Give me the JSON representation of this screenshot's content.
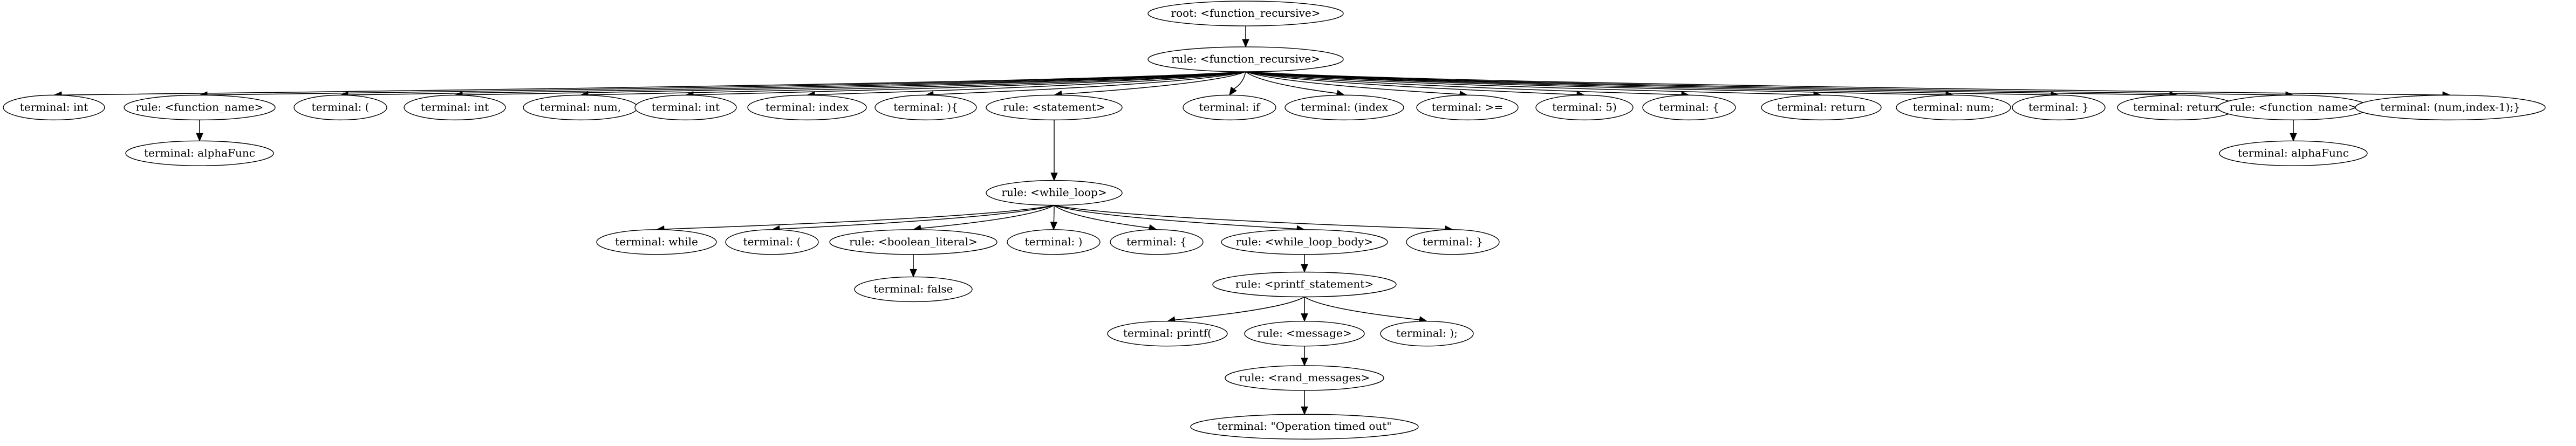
{
  "tree": {
    "nodes": [
      {
        "id": "n0",
        "label": "root: <function_recursive>"
      },
      {
        "id": "n1",
        "label": "rule: <function_recursive>"
      },
      {
        "id": "t_int1",
        "label": "terminal: int"
      },
      {
        "id": "fn1",
        "label": "rule: <function_name>"
      },
      {
        "id": "alpha1",
        "label": "terminal: alphaFunc"
      },
      {
        "id": "t_lp1",
        "label": "terminal: ("
      },
      {
        "id": "t_int2",
        "label": "terminal: int"
      },
      {
        "id": "t_num1",
        "label": "terminal: num,"
      },
      {
        "id": "t_int3",
        "label": "terminal: int"
      },
      {
        "id": "t_index",
        "label": "terminal: index"
      },
      {
        "id": "t_rpbr",
        "label": "terminal: ){"
      },
      {
        "id": "stmt",
        "label": "rule: <statement>"
      },
      {
        "id": "wl",
        "label": "rule: <while_loop>"
      },
      {
        "id": "t_while",
        "label": "terminal: while"
      },
      {
        "id": "t_lp2",
        "label": "terminal: ("
      },
      {
        "id": "bool",
        "label": "rule: <boolean_literal>"
      },
      {
        "id": "t_false",
        "label": "terminal: false"
      },
      {
        "id": "t_rp1",
        "label": "terminal: )"
      },
      {
        "id": "t_lb1",
        "label": "terminal: {"
      },
      {
        "id": "wlb",
        "label": "rule: <while_loop_body>"
      },
      {
        "id": "printf_stmt",
        "label": "rule: <printf_statement>"
      },
      {
        "id": "t_printf",
        "label": "terminal: printf("
      },
      {
        "id": "msg",
        "label": "rule: <message>"
      },
      {
        "id": "randm",
        "label": "rule: <rand_messages>"
      },
      {
        "id": "t_optime",
        "label": "terminal: \"Operation timed out\""
      },
      {
        "id": "t_rpsemi",
        "label": "terminal: );"
      },
      {
        "id": "t_rb1",
        "label": "terminal: }"
      },
      {
        "id": "t_if",
        "label": "terminal: if"
      },
      {
        "id": "t_lpindex",
        "label": "terminal: (index"
      },
      {
        "id": "t_ge",
        "label": "terminal: >="
      },
      {
        "id": "t_5rp",
        "label": "terminal: 5)"
      },
      {
        "id": "t_lb2",
        "label": "terminal: {"
      },
      {
        "id": "t_ret1",
        "label": "terminal: return"
      },
      {
        "id": "t_numsemi",
        "label": "terminal: num;"
      },
      {
        "id": "t_rb2",
        "label": "terminal: }"
      },
      {
        "id": "t_ret2",
        "label": "terminal: return"
      },
      {
        "id": "fn2",
        "label": "rule: <function_name>"
      },
      {
        "id": "alpha2",
        "label": "terminal: alphaFunc"
      },
      {
        "id": "t_last",
        "label": "terminal: (num,index-1);}"
      }
    ],
    "edges": [
      [
        "n0",
        "n1"
      ],
      [
        "n1",
        "t_int1"
      ],
      [
        "n1",
        "fn1"
      ],
      [
        "n1",
        "t_lp1"
      ],
      [
        "n1",
        "t_int2"
      ],
      [
        "n1",
        "t_num1"
      ],
      [
        "n1",
        "t_int3"
      ],
      [
        "n1",
        "t_index"
      ],
      [
        "n1",
        "t_rpbr"
      ],
      [
        "n1",
        "stmt"
      ],
      [
        "n1",
        "t_if"
      ],
      [
        "n1",
        "t_lpindex"
      ],
      [
        "n1",
        "t_ge"
      ],
      [
        "n1",
        "t_5rp"
      ],
      [
        "n1",
        "t_lb2"
      ],
      [
        "n1",
        "t_ret1"
      ],
      [
        "n1",
        "t_numsemi"
      ],
      [
        "n1",
        "t_rb2"
      ],
      [
        "n1",
        "t_ret2"
      ],
      [
        "n1",
        "fn2"
      ],
      [
        "n1",
        "t_last"
      ],
      [
        "fn1",
        "alpha1"
      ],
      [
        "stmt",
        "wl"
      ],
      [
        "wl",
        "t_while"
      ],
      [
        "wl",
        "t_lp2"
      ],
      [
        "wl",
        "bool"
      ],
      [
        "wl",
        "t_rp1"
      ],
      [
        "wl",
        "t_lb1"
      ],
      [
        "wl",
        "wlb"
      ],
      [
        "wl",
        "t_rb1"
      ],
      [
        "bool",
        "t_false"
      ],
      [
        "wlb",
        "printf_stmt"
      ],
      [
        "printf_stmt",
        "t_printf"
      ],
      [
        "printf_stmt",
        "msg"
      ],
      [
        "printf_stmt",
        "t_rpsemi"
      ],
      [
        "msg",
        "randm"
      ],
      [
        "randm",
        "t_optime"
      ],
      [
        "fn2",
        "alpha2"
      ]
    ]
  }
}
